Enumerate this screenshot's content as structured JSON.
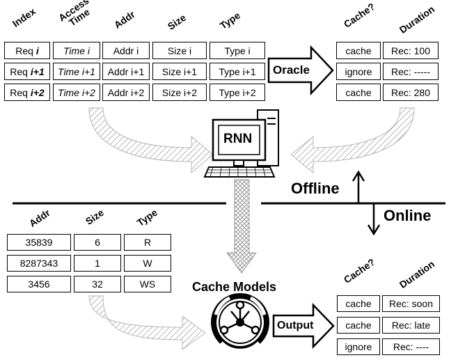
{
  "offline_table": {
    "headers": [
      "Index",
      "Access Time",
      "Addr",
      "Size",
      "Type"
    ],
    "rows": [
      {
        "index_prefix": "Req ",
        "index_var": "i",
        "time": "Time i",
        "addr": "Addr i",
        "size": "Size i",
        "type": "Type i"
      },
      {
        "index_prefix": "Req ",
        "index_var": "i+1",
        "time": "Time i+1",
        "addr": "Addr i+1",
        "size": "Size i+1",
        "type": "Type i+1"
      },
      {
        "index_prefix": "Req ",
        "index_var": "i+2",
        "time": "Time i+2",
        "addr": "Addr i+2",
        "size": "Size i+2",
        "type": "Type i+2"
      }
    ]
  },
  "oracle_label": "Oracle",
  "oracle_table": {
    "headers": [
      "Cache?",
      "Duration"
    ],
    "rows": [
      {
        "cache": "cache",
        "duration": "Rec: 100"
      },
      {
        "cache": "ignore",
        "duration": "Rec: -----"
      },
      {
        "cache": "cache",
        "duration": "Rec: 280"
      }
    ]
  },
  "rnn_label": "RNN",
  "offline_label": "Offline",
  "online_label": "Online",
  "online_table": {
    "headers": [
      "Addr",
      "Size",
      "Type"
    ],
    "rows": [
      {
        "addr": "35839",
        "size": "6",
        "type": "R"
      },
      {
        "addr": "8287343",
        "size": "1",
        "type": "W"
      },
      {
        "addr": "3456",
        "size": "32",
        "type": "WS"
      }
    ]
  },
  "cache_models_label": "Cache Models",
  "output_label": "Output",
  "output_table": {
    "headers": [
      "Cache?",
      "Duration"
    ],
    "rows": [
      {
        "cache": "cache",
        "duration": "Rec: soon"
      },
      {
        "cache": "cache",
        "duration": "Rec: late"
      },
      {
        "cache": "ignore",
        "duration": "Rec: ----"
      }
    ]
  },
  "colors": {
    "hatch": "#b5b5b5",
    "line": "#000000"
  },
  "icons": [
    "computer-icon",
    "cache-models-icon"
  ]
}
